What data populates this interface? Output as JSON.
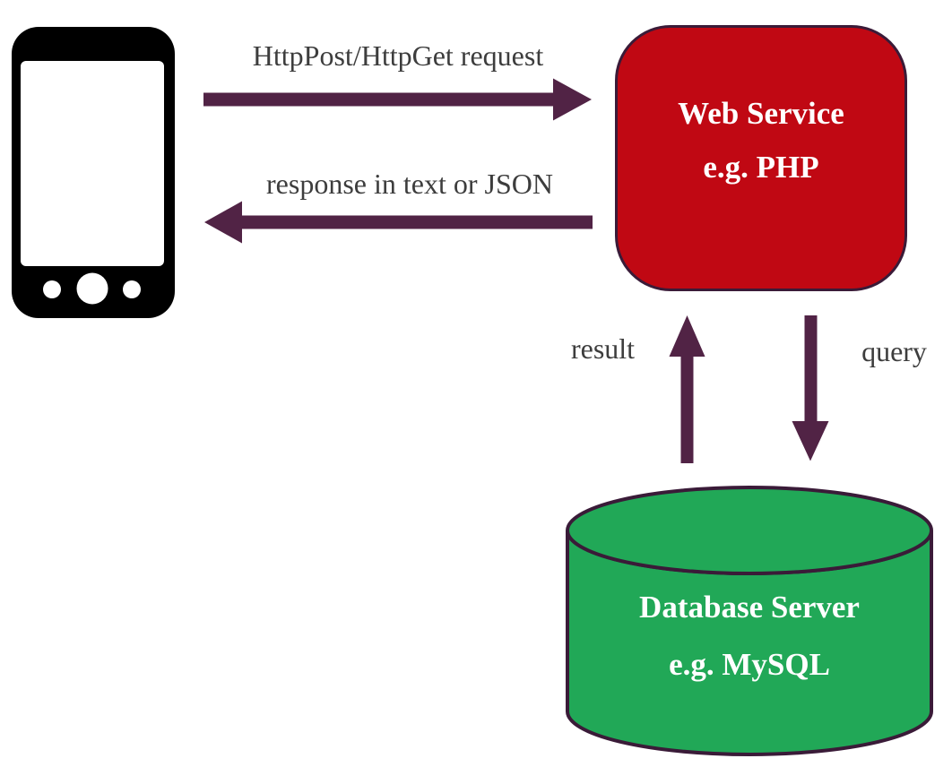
{
  "diagram": {
    "colors": {
      "phone": "#000000",
      "arrow": "#512345",
      "outline": "#3a1b38",
      "web_service_fill": "#c00813",
      "database_fill": "#21a857",
      "label_text": "#3d3d3d",
      "node_text": "#ffffff"
    },
    "nodes": {
      "client": {
        "icon": "smartphone-icon"
      },
      "web_service": {
        "title": "Web Service",
        "subtitle": "e.g. PHP"
      },
      "database": {
        "title": "Database Server",
        "subtitle": "e.g. MySQL"
      }
    },
    "edges": [
      {
        "label": "HttpPost/HttpGet request",
        "from": "client",
        "to": "web_service",
        "direction": "right"
      },
      {
        "label": "response in text or JSON",
        "from": "web_service",
        "to": "client",
        "direction": "left"
      },
      {
        "label": "result",
        "from": "database",
        "to": "web_service",
        "direction": "up"
      },
      {
        "label": "query",
        "from": "web_service",
        "to": "database",
        "direction": "down"
      }
    ]
  }
}
